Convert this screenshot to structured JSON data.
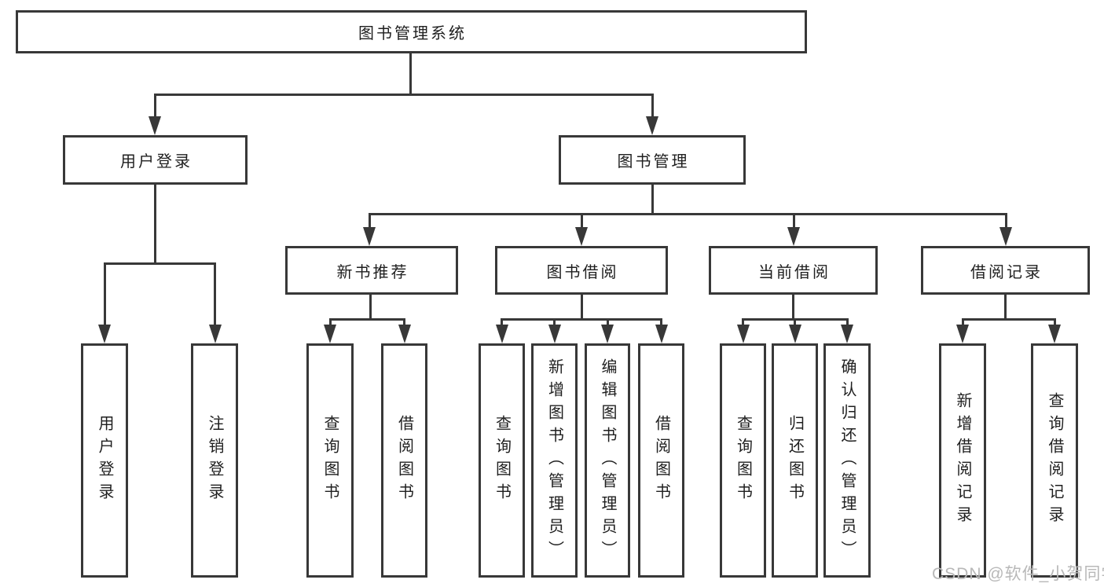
{
  "diagram_title": "图书管理系统",
  "nodes": {
    "root": "图书管理系统",
    "user_login": "用户登录",
    "book_management": "图书管理",
    "new_book_rec": "新书推荐",
    "book_borrow": "图书借阅",
    "current_borrow": "当前借阅",
    "borrow_records": "借阅记录",
    "leaf_user_login": "用户登录",
    "leaf_logout": "注销登录",
    "leaf_nbr_query_books": "查询图书",
    "leaf_nbr_borrow_books": "借阅图书",
    "leaf_bb_query_books": "查询图书",
    "leaf_bb_add_books": "新增图书（管理员）",
    "leaf_bb_edit_books": "编辑图书（管理员）",
    "leaf_bb_borrow_books": "借阅图书",
    "leaf_cb_query_books": "查询图书",
    "leaf_cb_return_books": "归还图书",
    "leaf_cb_confirm_return": "确认归还（管理员）",
    "leaf_br_add_record": "新增借阅记录",
    "leaf_br_query_record": "查询借阅记录"
  },
  "hierarchy": {
    "label": "图书管理系统",
    "children": [
      {
        "label": "用户登录",
        "children": [
          {
            "label": "用户登录"
          },
          {
            "label": "注销登录"
          }
        ]
      },
      {
        "label": "图书管理",
        "children": [
          {
            "label": "新书推荐",
            "children": [
              {
                "label": "查询图书"
              },
              {
                "label": "借阅图书"
              }
            ]
          },
          {
            "label": "图书借阅",
            "children": [
              {
                "label": "查询图书"
              },
              {
                "label": "新增图书（管理员）"
              },
              {
                "label": "编辑图书（管理员）"
              },
              {
                "label": "借阅图书"
              }
            ]
          },
          {
            "label": "当前借阅",
            "children": [
              {
                "label": "查询图书"
              },
              {
                "label": "归还图书"
              },
              {
                "label": "确认归还（管理员）"
              }
            ]
          },
          {
            "label": "借阅记录",
            "children": [
              {
                "label": "新增借阅记录"
              },
              {
                "label": "查询借阅记录"
              }
            ]
          }
        ]
      }
    ]
  },
  "watermark": {
    "text": "CSDN @软件_小贺同学"
  },
  "colors": {
    "line": "#383838",
    "box_border": "#383838",
    "text": "#1f1f1f",
    "watermark": "#b8b8b8",
    "background": "#ffffff"
  }
}
